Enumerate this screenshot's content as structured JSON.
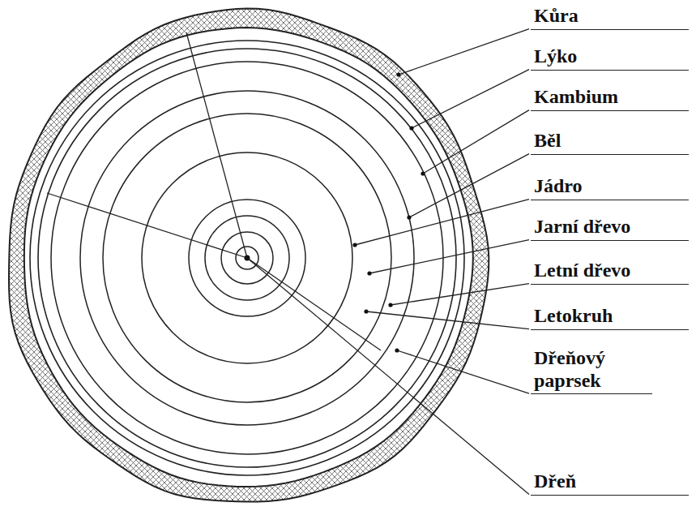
{
  "diagram": {
    "labels": [
      "Kůra",
      "Lýko",
      "Kambium",
      "Běl",
      "Jádro",
      "Jarní dřevo",
      "Letní dřevo",
      "Letokruh",
      "Dřeňový paprsek",
      "Dřeň"
    ]
  }
}
